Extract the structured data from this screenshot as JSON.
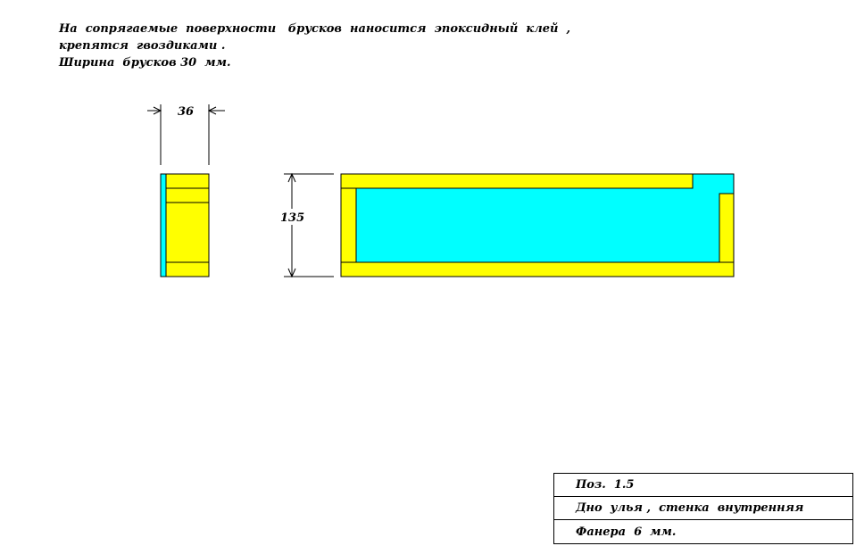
{
  "notes": [
    "На  сопрягаемые  поверхности   брусков  наносится  эпоксидный  клей  ,",
    "крепятся  гвоздиками .",
    "Ширина  брусков 30  мм."
  ],
  "dimensions": {
    "width_label": "36",
    "height_label": "135"
  },
  "title_block": {
    "position": "Поз.  1.5",
    "name": "Дно  улья ,  стенка  внутренняя",
    "material": "Фанера  6  мм."
  },
  "colors": {
    "wood": "#ffff00",
    "plywood": "#00ffff",
    "line": "#000000"
  }
}
